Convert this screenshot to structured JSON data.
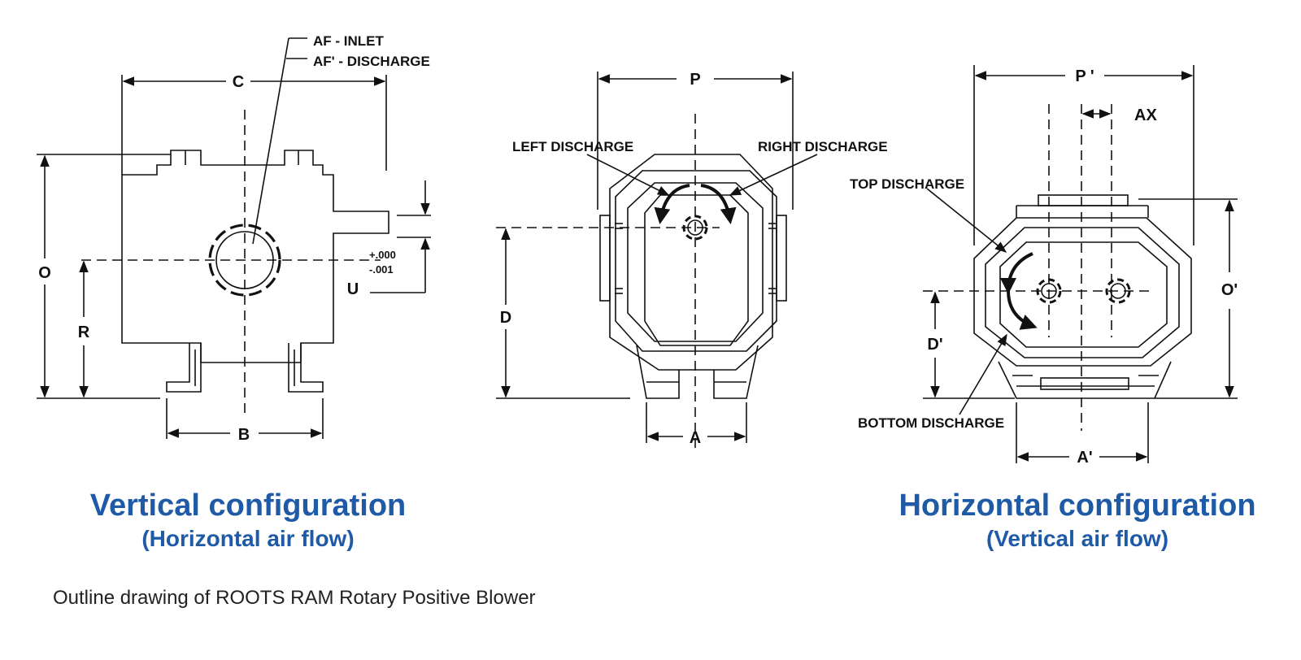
{
  "labels": {
    "af_inlet": "AF - INLET",
    "af_discharge": "AF' - DISCHARGE",
    "c": "C",
    "o": "O",
    "r": "R",
    "b": "B",
    "u": "U",
    "tol_plus": "+.000",
    "tol_minus": "-.001",
    "p": "P",
    "d": "D",
    "a": "A",
    "left_discharge": "LEFT DISCHARGE",
    "right_discharge": "RIGHT DISCHARGE",
    "p_prime": "P '",
    "ax": "AX",
    "top_discharge": "TOP DISCHARGE",
    "o_prime": "O'",
    "d_prime": "D'",
    "bottom_discharge": "BOTTOM DISCHARGE",
    "a_prime": "A'"
  },
  "vertical_config": {
    "title": "Vertical configuration",
    "subtitle": "(Horizontal air flow)"
  },
  "horizontal_config": {
    "title": "Horizontal configuration",
    "subtitle": "(Vertical air flow)"
  },
  "caption": "Outline drawing of ROOTS RAM Rotary Positive Blower",
  "colors": {
    "title": "#1f5aa6",
    "line": "#111111"
  }
}
